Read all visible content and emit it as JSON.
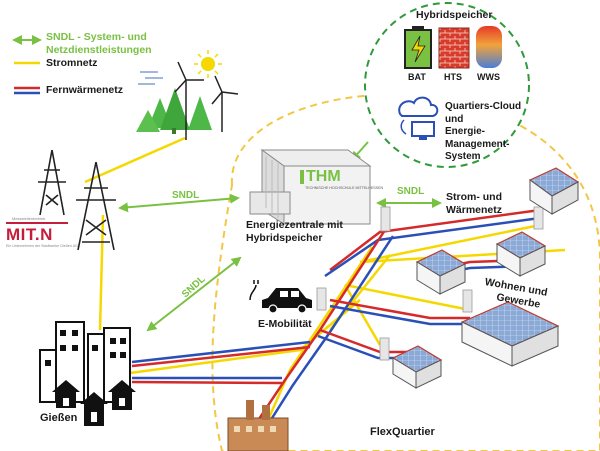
{
  "legend": {
    "sndl": "SNDL - System- und Netzdienstleistungen",
    "sndl_line1": "SNDL - System- und",
    "sndl_line2": "Netzdienstleistungen",
    "stromnetz": "Stromnetz",
    "fernwaermenetz": "Fernwärmenetz"
  },
  "storage": {
    "title": "Hybridspeicher",
    "items": [
      {
        "label": "BAT",
        "icon": "battery-icon"
      },
      {
        "label": "HTS",
        "icon": "brick-heat-storage-icon"
      },
      {
        "label": "WWS",
        "icon": "hot-water-tank-icon"
      }
    ]
  },
  "cloud": {
    "line1": "Quartiers-Cloud",
    "line2": "und",
    "line3": "Energie-",
    "line4": "Management-",
    "line5": "System"
  },
  "plant": {
    "logo": "THM",
    "logo_sub": "TECHNISCHE HOCHSCHULE MITTELHESSEN",
    "line1": "Energiezentrale mit",
    "line2": "Hybridspeicher"
  },
  "grid": {
    "line1": "Strom- und",
    "line2": "Wärmenetz"
  },
  "housing": {
    "line1": "Wohnen und",
    "line2": "Gewerbe"
  },
  "sndl_labels": {
    "left": "SNDL",
    "right": "SNDL",
    "diag": "SNDL"
  },
  "emob": "E-Mobilität",
  "city": "Gießen",
  "area": "FlexQuartier",
  "mitn": {
    "top": "Messstellenbetrieb",
    "brand": "MIT.N",
    "sub": "Ein Unternehmen der Stadtwerke Gießen AG"
  },
  "colors": {
    "sndl": "#7ac143",
    "power": "#f5d800",
    "heat_red": "#d42a2a",
    "heat_blue": "#2a50b8",
    "dash_yellow": "#f2c744",
    "dash_green": "#2f9a3c"
  }
}
